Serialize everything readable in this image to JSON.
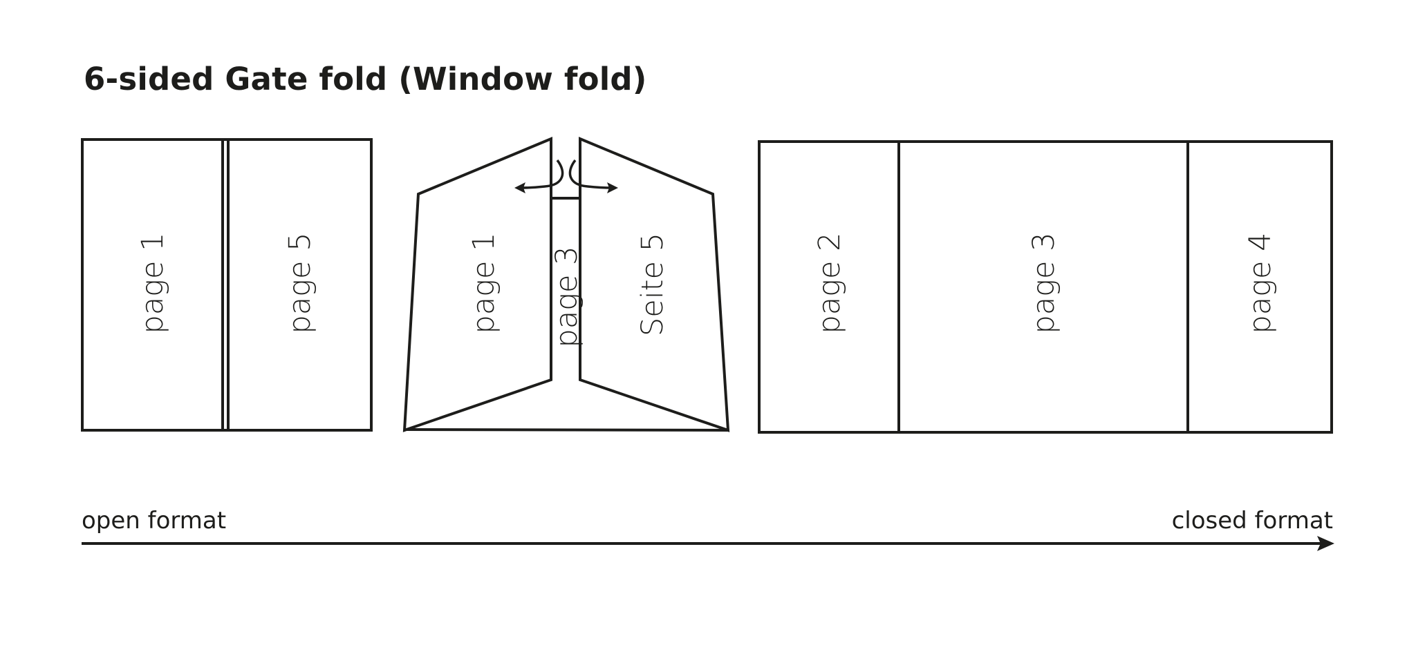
{
  "title": "6-sided Gate fold (Window fold)",
  "diagrams": {
    "open": {
      "panels": [
        {
          "label": "page 1"
        },
        {
          "label": "page 5"
        }
      ]
    },
    "folding": {
      "panels": [
        {
          "label": "page 1"
        },
        {
          "label": "page 3"
        },
        {
          "label": "Seite 5"
        }
      ],
      "icons": [
        "fold-arrow-left",
        "fold-arrow-right"
      ]
    },
    "closed": {
      "panels": [
        {
          "label": "page 2"
        },
        {
          "label": "page 3"
        },
        {
          "label": "page 4"
        }
      ]
    }
  },
  "axis": {
    "start_label": "open format",
    "end_label": "closed format"
  },
  "colors": {
    "stroke": "#1d1d1b",
    "background": "#ffffff"
  }
}
